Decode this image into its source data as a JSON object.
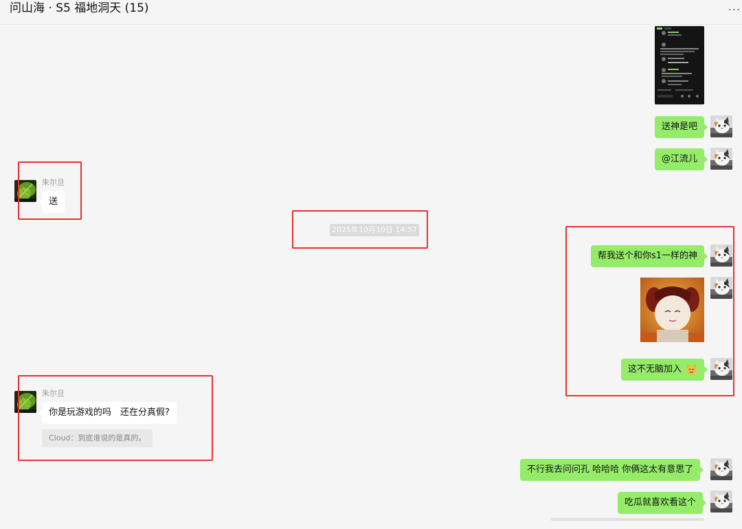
{
  "window": {
    "title": "问山海 · S5 福地洞天 (15)",
    "more_label": "..."
  },
  "messages": {
    "me_1": "送神是吧",
    "me_2": "@江流儿",
    "other_1_sender": "朱尔旦",
    "other_1_text": "送",
    "timestamp": "2025年10月10日 14:57",
    "me_3": "帮我送个和你s1一样的神",
    "me_4": "这不无脑加入",
    "other_2_sender": "朱尔旦",
    "other_2_text": "你是玩游戏的吗　还在分真假?",
    "other_2_quote": "Cloud：到底谁说的是真的。",
    "me_5": "不行我去问问孔  哈哈哈 你俩这太有意思了",
    "me_6": "吃瓜就喜欢看这个"
  },
  "colors": {
    "my_bubble": "#95ec69",
    "other_bubble": "#ffffff",
    "highlight_box": "#e8302e",
    "background": "#f5f5f5"
  },
  "icons": {
    "my_avatar": "cat-avatar-icon",
    "other_avatar": "leaf-avatar-icon",
    "emoji": "cat-face-emoji-icon"
  }
}
